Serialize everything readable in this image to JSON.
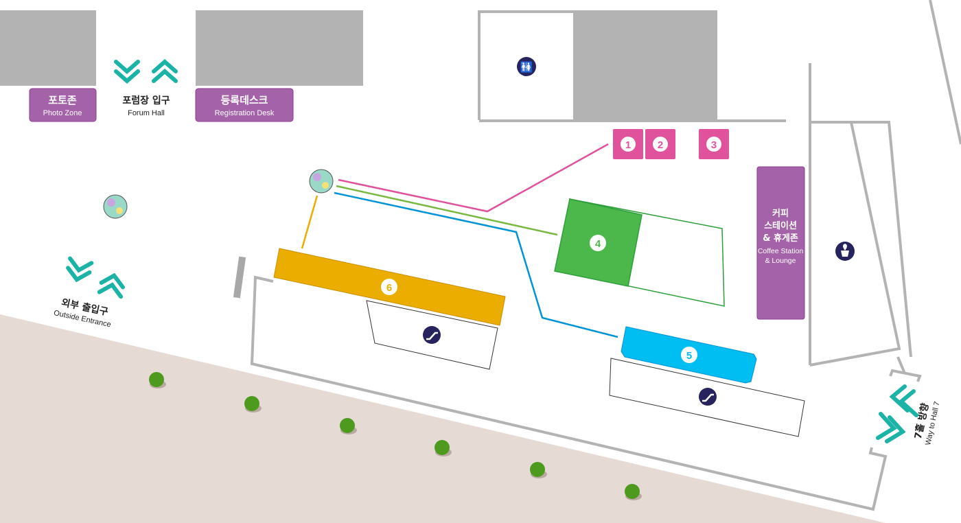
{
  "colors": {
    "purple": "#a463a8",
    "pink": "#e0529b",
    "green": "#4cb84c",
    "blue": "#00bdf2",
    "orange": "#eaad00",
    "teal": "#1ab3a6",
    "navy": "#26235e",
    "gray": "#b3b3b3",
    "ground": "#e6dbd4"
  },
  "labels": {
    "photo_zone": {
      "ko": "포토존",
      "en": "Photo Zone"
    },
    "forum_hall": {
      "ko": "포럼장 입구",
      "en": "Forum Hall"
    },
    "registration": {
      "ko": "등록데스크",
      "en": "Registration Desk"
    },
    "coffee": {
      "ko1": "커피",
      "ko2": "스테이션",
      "ko3": "& 휴게존",
      "en1": "Coffee Station",
      "en2": "& Lounge"
    },
    "outside": {
      "ko": "외부 출입구",
      "en": "Outside Entrance"
    },
    "hall7": {
      "ko": "7홀 방향",
      "en": "Way to Hall 7"
    }
  },
  "booths": [
    {
      "number": "1"
    },
    {
      "number": "2"
    },
    {
      "number": "3"
    },
    {
      "number": "4"
    },
    {
      "number": "5"
    },
    {
      "number": "6"
    }
  ],
  "icons": [
    "restroom-icon",
    "plant-icon",
    "escalator-icon",
    "escalator-icon",
    "info-globe-icon",
    "tree-icon"
  ]
}
